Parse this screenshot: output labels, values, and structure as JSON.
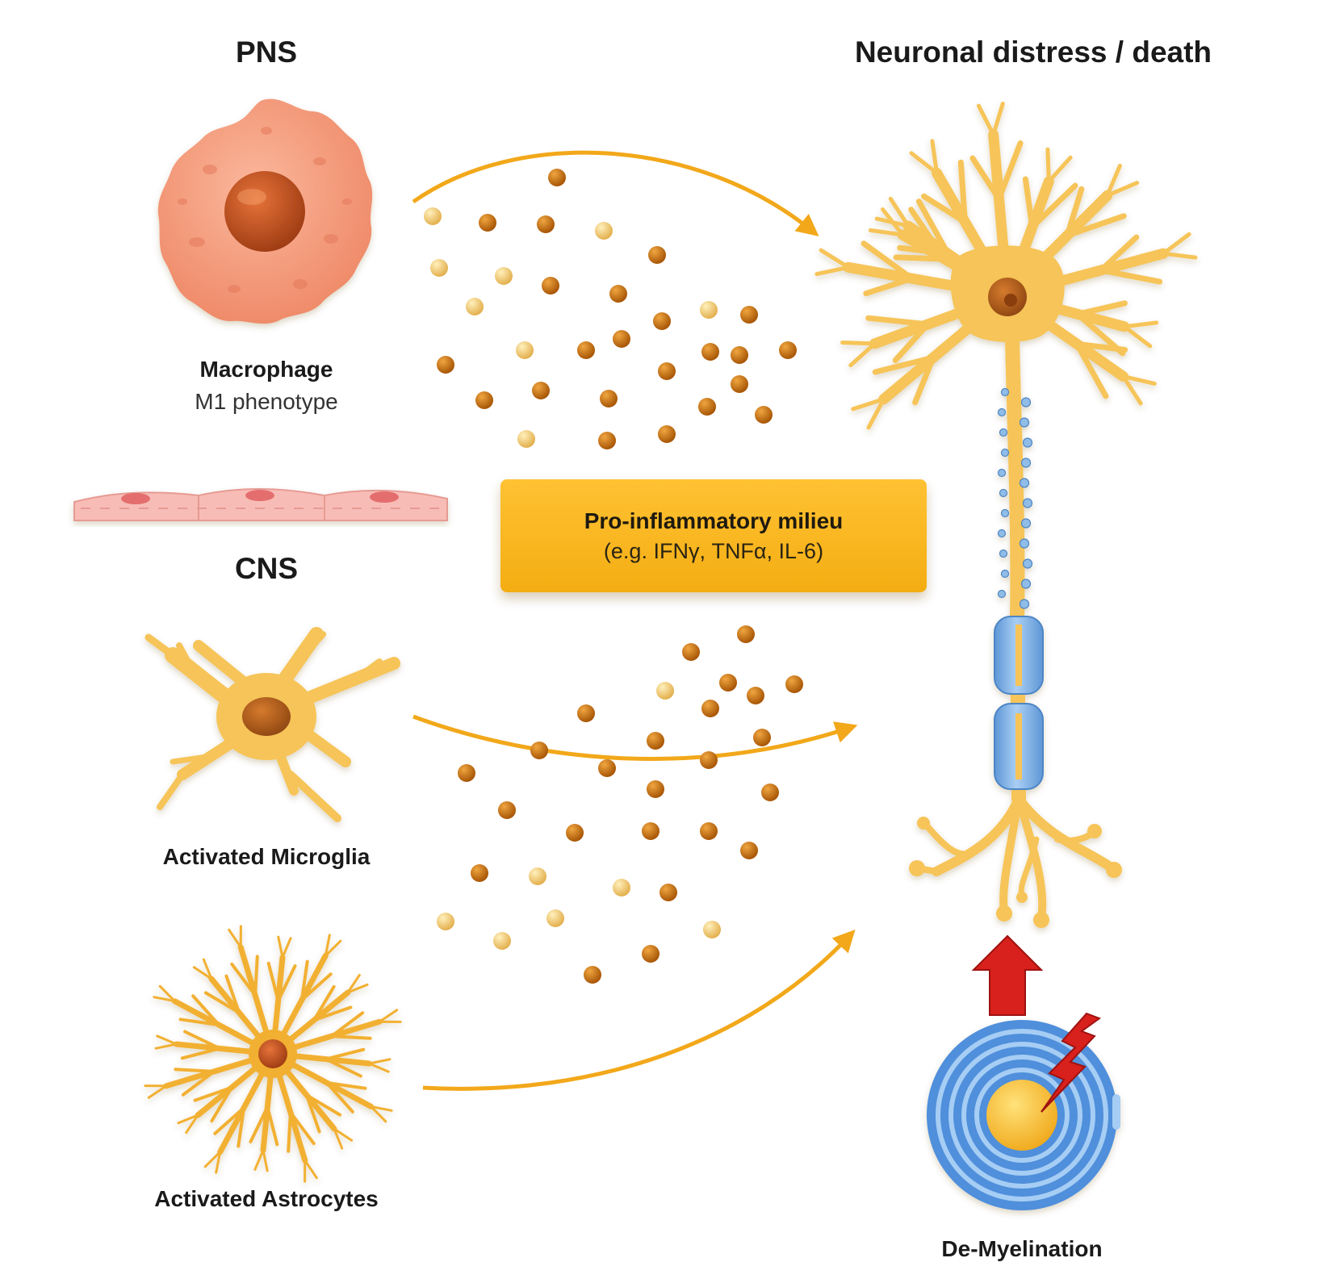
{
  "headings": {
    "pns": "PNS",
    "neuronal": "Neuronal distress / death",
    "cns": "CNS"
  },
  "cells": {
    "macrophage": {
      "name": "Macrophage",
      "phenotype": "M1 phenotype"
    },
    "microglia": {
      "name": "Activated Microglia"
    },
    "astrocytes": {
      "name": "Activated Astrocytes"
    },
    "demyelination": {
      "name": "De-Myelination"
    }
  },
  "milieu": {
    "title": "Pro-inflammatory milieu",
    "examples": "(e.g. IFNγ, TNFα, IL-6)"
  },
  "colors": {
    "arrow": "#f2a81a",
    "cytokine_dark": "#c8740c",
    "cytokine_light": "#f2cf72",
    "neuron": "#f6c458",
    "myelin": "#7fb2e6",
    "macrophage": "#f49a7e",
    "barrier": "#f8b9b4",
    "alert": "#d8201c"
  }
}
